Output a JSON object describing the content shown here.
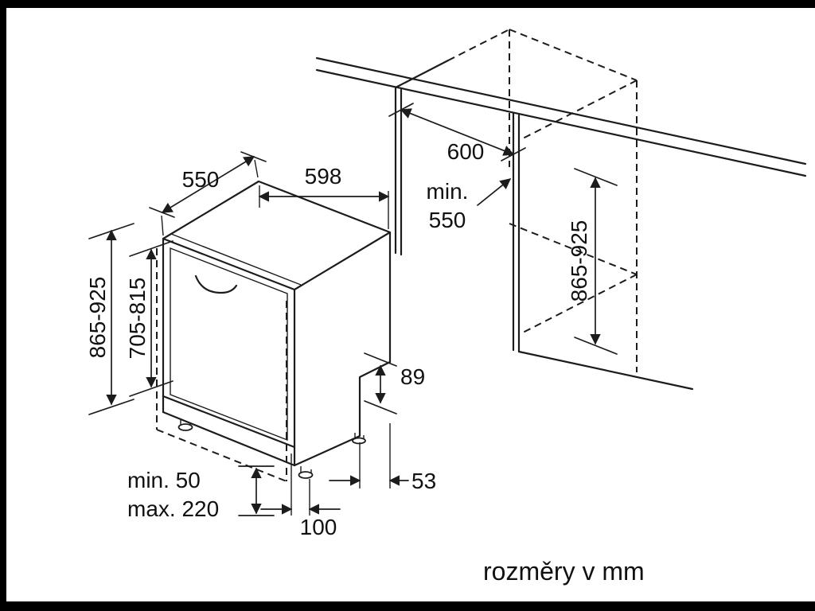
{
  "diagram": {
    "type": "dishwasher-installation-drawing",
    "caption": "rozměry v mm",
    "labels": {
      "depth_top": "550",
      "width_top": "598",
      "niche_width": "600",
      "niche_depth_min_line1": "min.",
      "niche_depth_min_line2": "550",
      "appliance_height": "865-925",
      "furniture_door_height": "705-815",
      "niche_height": "865-925",
      "rear_base_height": "89",
      "rear_base_depth": "53",
      "foot_to_front": "100",
      "plinth_gap_min": "min. 50",
      "plinth_gap_max": "max. 220"
    },
    "colors": {
      "line": "#1c1c1c",
      "text": "#111111",
      "background": "#ffffff",
      "frame": "#000000"
    }
  }
}
